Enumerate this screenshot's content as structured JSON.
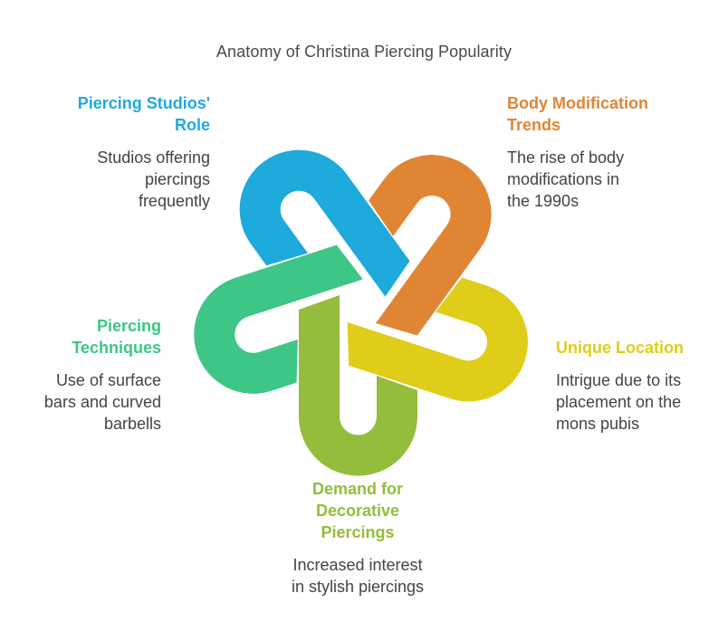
{
  "title": "Anatomy of Christina Piercing Popularity",
  "colors": {
    "blue": "#1EAADB",
    "orange": "#E08534",
    "yellow": "#DFCD1A",
    "green": "#3DC685",
    "lime": "#93BD3B",
    "text": "#444444",
    "title": "#4a4a4a"
  },
  "blocks": {
    "studios": {
      "heading": "Piercing Studios' Role",
      "heading_lines": [
        "Piercing Studios'",
        "Role"
      ],
      "desc_lines": [
        "Studios offering",
        "piercings",
        "frequently"
      ],
      "color_key": "blue"
    },
    "trends": {
      "heading": "Body Modification Trends",
      "heading_lines": [
        "Body Modification",
        "Trends"
      ],
      "desc_lines": [
        "The rise of body",
        "modifications in",
        "the 1990s"
      ],
      "color_key": "orange"
    },
    "techniques": {
      "heading": "Piercing Techniques",
      "heading_lines": [
        "Piercing",
        "Techniques"
      ],
      "desc_lines": [
        "Use of surface",
        "bars and curved",
        "barbells"
      ],
      "color_key": "green"
    },
    "location": {
      "heading": "Unique Location",
      "heading_lines": [
        "Unique Location"
      ],
      "desc_lines": [
        "Intrigue due to its",
        "placement on the",
        "mons pubis"
      ],
      "color_key": "yellow"
    },
    "demand": {
      "heading": "Demand for Decorative Piercings",
      "heading_lines": [
        "Demand for",
        "Decorative",
        "Piercings"
      ],
      "desc_lines": [
        "Increased interest",
        "in stylish piercings"
      ],
      "color_key": "lime"
    }
  },
  "knot": {
    "segments": [
      {
        "name": "lime-band",
        "color_key": "lime",
        "rotation": 0
      },
      {
        "name": "green-band",
        "color_key": "green",
        "rotation": 72
      },
      {
        "name": "blue-band",
        "color_key": "blue",
        "rotation": 144
      },
      {
        "name": "orange-band",
        "color_key": "orange",
        "rotation": 216
      },
      {
        "name": "yellow-band",
        "color_key": "yellow",
        "rotation": 288
      }
    ]
  }
}
